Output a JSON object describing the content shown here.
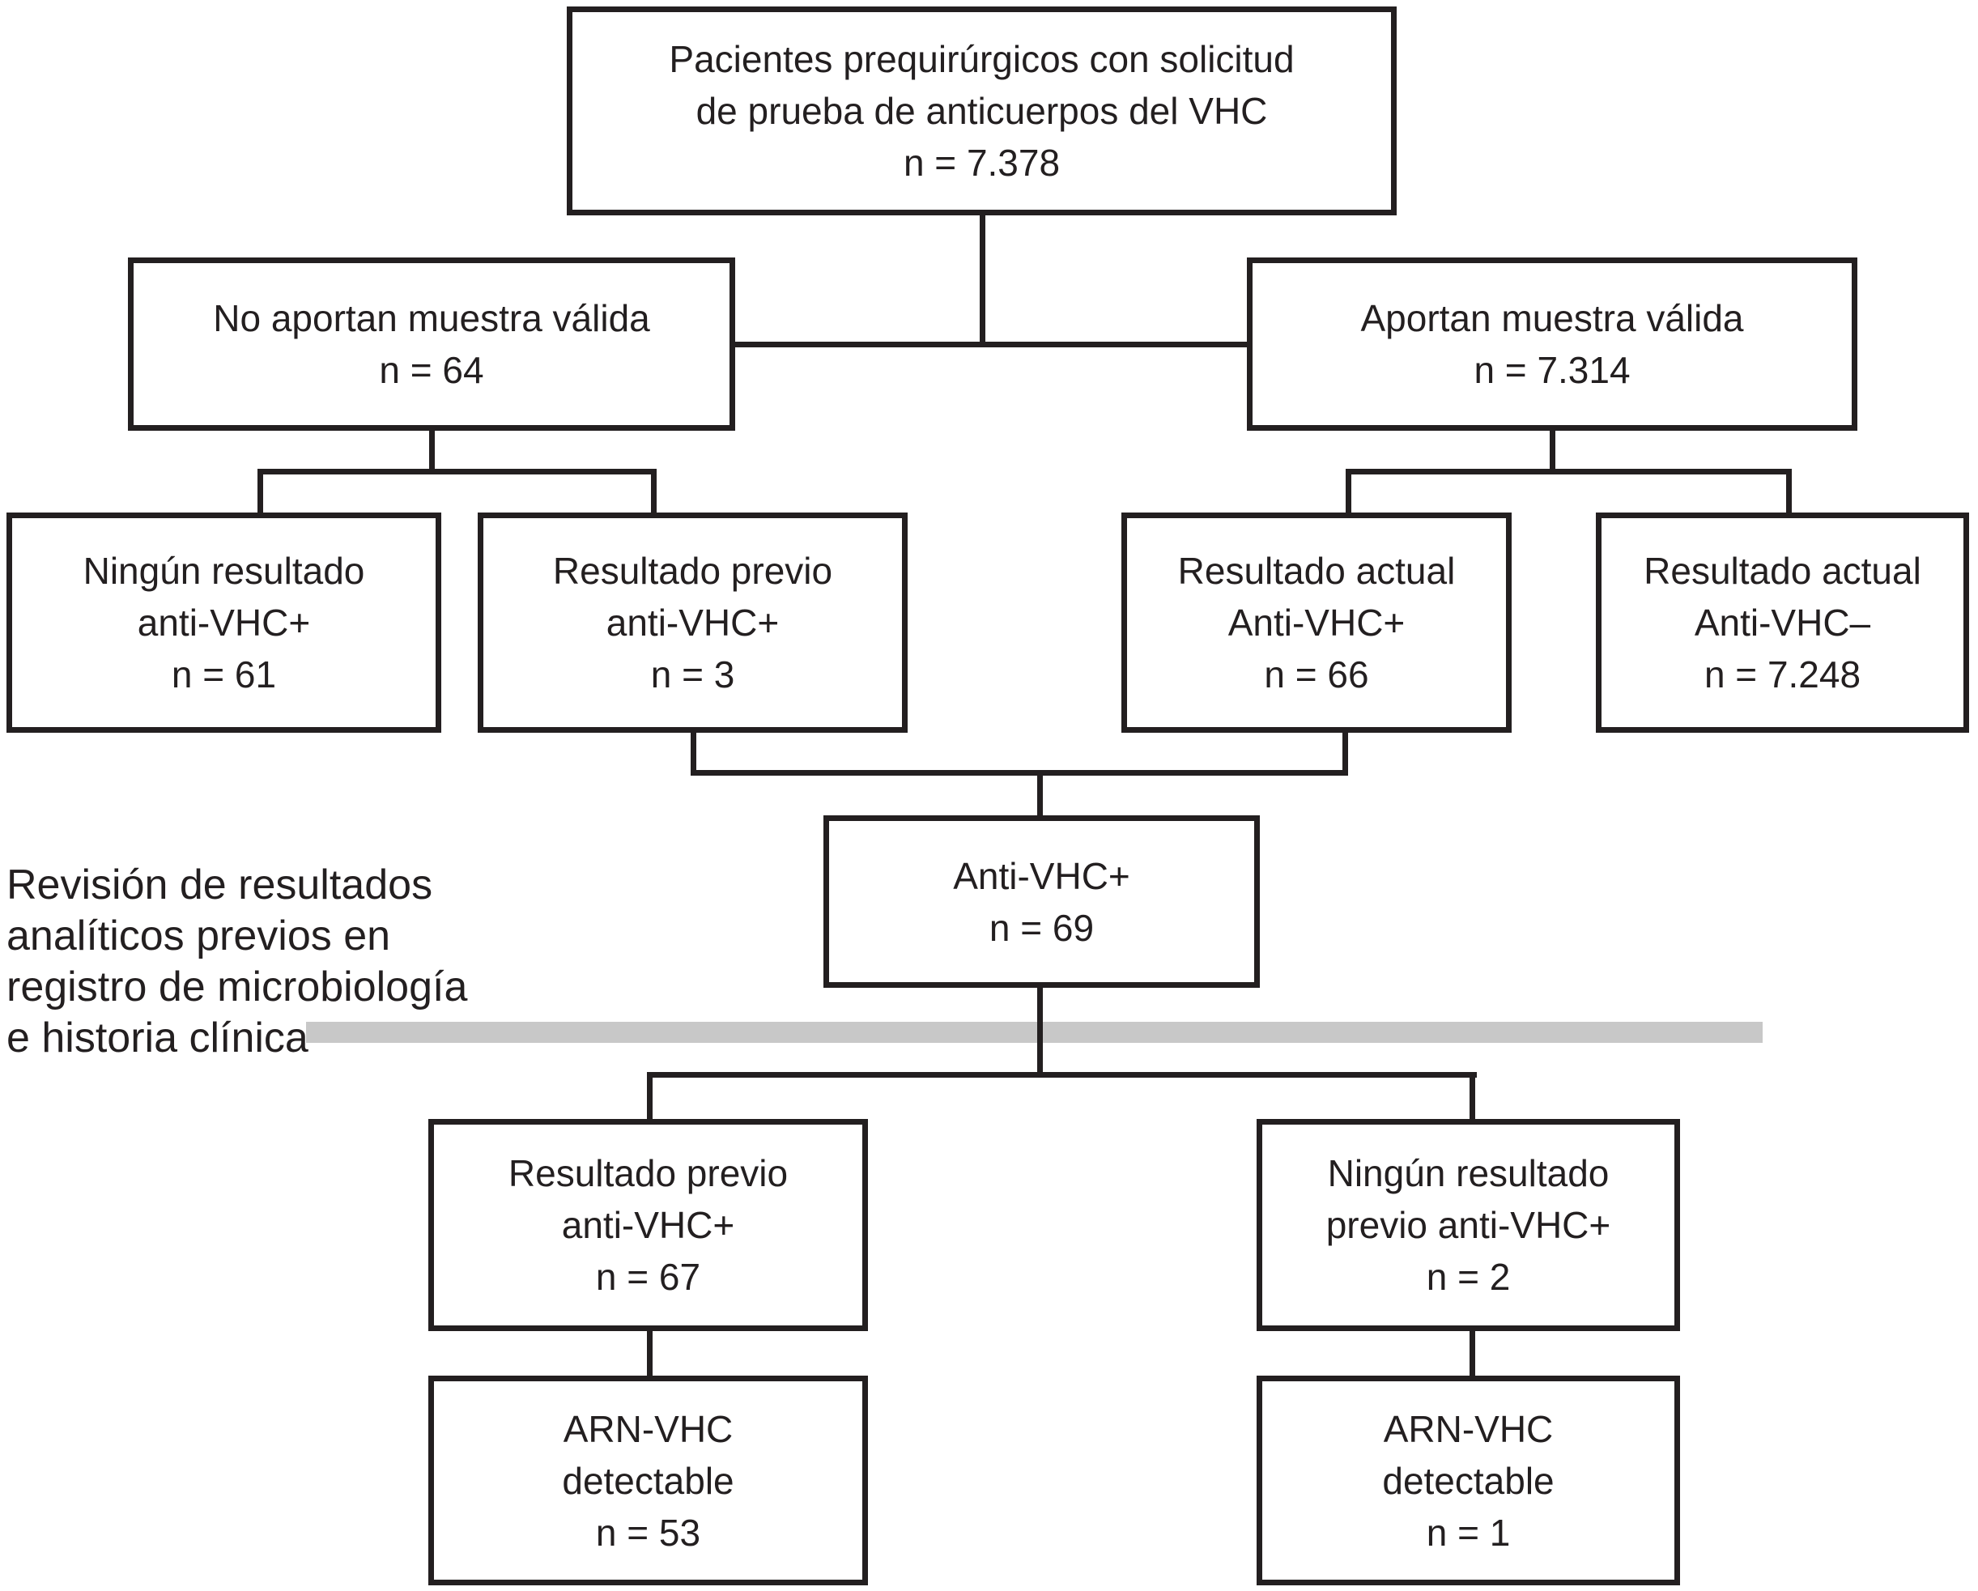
{
  "diagram": {
    "colors": {
      "line": "#231f20",
      "bar": "#c8c8c8",
      "background": "#ffffff"
    },
    "side_note": {
      "l1": "Revisión de resultados",
      "l2": "analíticos previos en",
      "l3": "registro de microbiología",
      "l4": "e historia clínica"
    },
    "nodes": {
      "total": {
        "l1": "Pacientes prequirúrgicos con solicitud",
        "l2": "de prueba de anticuerpos del VHC",
        "l3": "n = 7.378"
      },
      "no_valid": {
        "l1": "No aportan muestra válida",
        "l2": "n = 64"
      },
      "valid": {
        "l1": "Aportan muestra válida",
        "l2": "n = 7.314"
      },
      "no_result": {
        "l1": "Ningún resultado",
        "l2": "anti-VHC+",
        "l3": "n = 61"
      },
      "prev_pos": {
        "l1": "Resultado previo",
        "l2": "anti-VHC+",
        "l3": "n = 3"
      },
      "curr_pos": {
        "l1": "Resultado actual",
        "l2": "Anti-VHC+",
        "l3": "n = 66"
      },
      "curr_neg": {
        "l1": "Resultado actual",
        "l2": "Anti-VHC–",
        "l3": "n = 7.248"
      },
      "anti_pos": {
        "l1": "Anti-VHC+",
        "l2": "n = 69"
      },
      "prev_pos_67": {
        "l1": "Resultado previo",
        "l2": "anti-VHC+",
        "l3": "n = 67"
      },
      "no_prev_2": {
        "l1": "Ningún resultado",
        "l2": "previo anti-VHC+",
        "l3": "n = 2"
      },
      "rna_53": {
        "l1": "ARN-VHC",
        "l2": "detectable",
        "l3": "n = 53"
      },
      "rna_1": {
        "l1": "ARN-VHC",
        "l2": "detectable",
        "l3": "n = 1"
      }
    }
  }
}
